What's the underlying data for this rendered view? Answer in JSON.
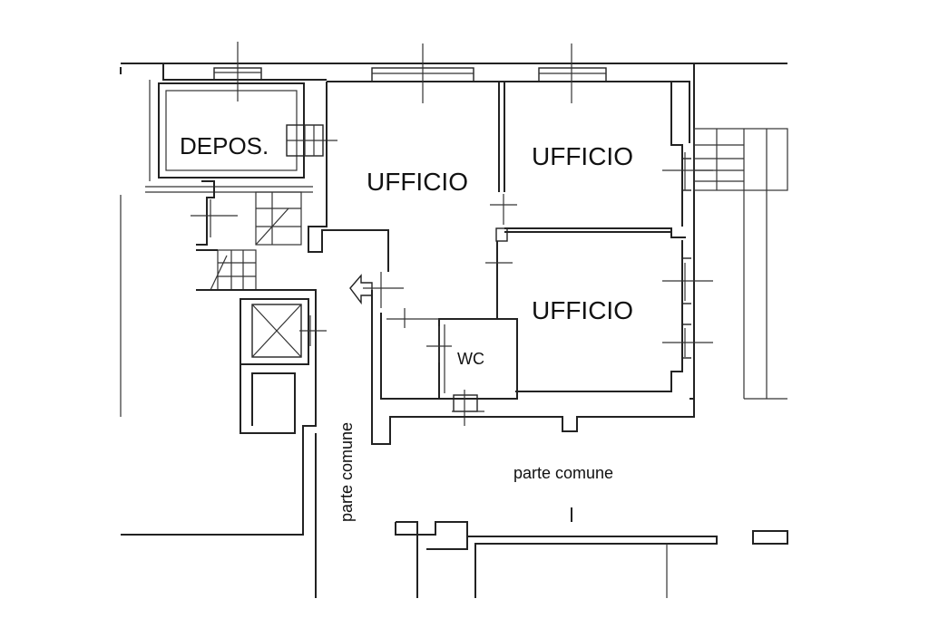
{
  "rooms": {
    "depos": "DEPOS.",
    "ufficio_center": "UFFICIO",
    "ufficio_top_right": "UFFICIO",
    "ufficio_bottom_right": "UFFICIO",
    "wc": "WC"
  },
  "common_areas": {
    "vertical": "parte comune",
    "horizontal": "parte comune"
  }
}
